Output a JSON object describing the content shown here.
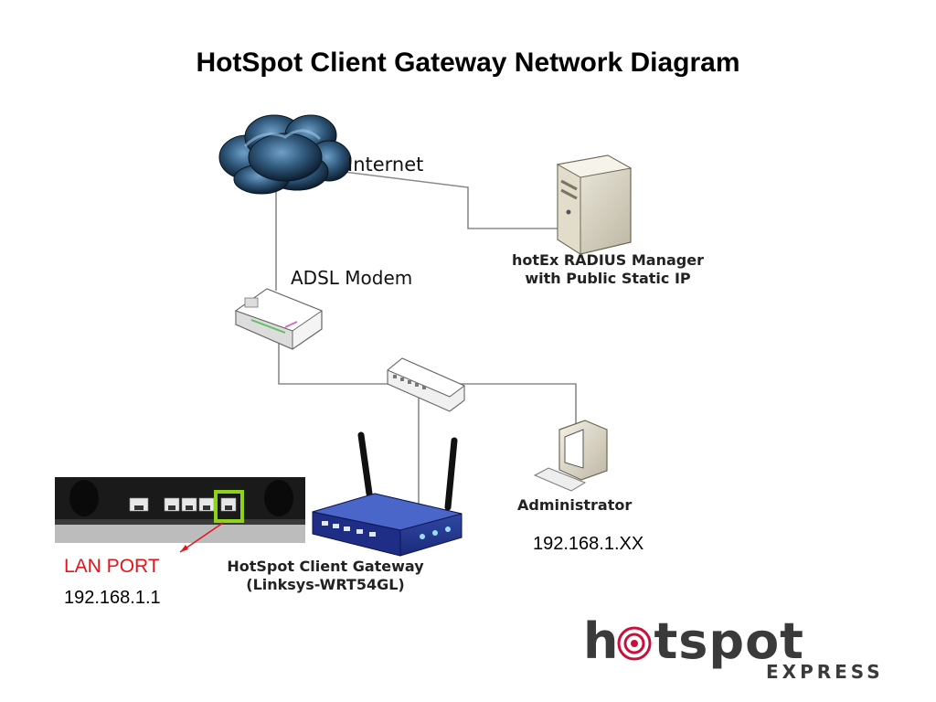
{
  "title": "HotSpot Client Gateway Network Diagram",
  "nodes": {
    "internet": "Internet",
    "adsl_modem": "ADSL Modem",
    "radius_line1": "hotEx RADIUS Manager",
    "radius_line2": "with Public Static IP",
    "gateway_line1": "HotSpot Client Gateway",
    "gateway_line2": "(Linksys-WRT54GL)",
    "administrator": "Administrator",
    "admin_ip": "192.168.1.XX"
  },
  "lan_port": {
    "label": "LAN PORT",
    "ip": "192.168.1.1"
  },
  "logo": {
    "word_h": "h",
    "word_rest": "tspot",
    "sub": "EXPRESS"
  },
  "colors": {
    "lan_port_red": "#e8141b",
    "port_highlight": "#8fd21a",
    "logo_ring": "#c8103a"
  }
}
